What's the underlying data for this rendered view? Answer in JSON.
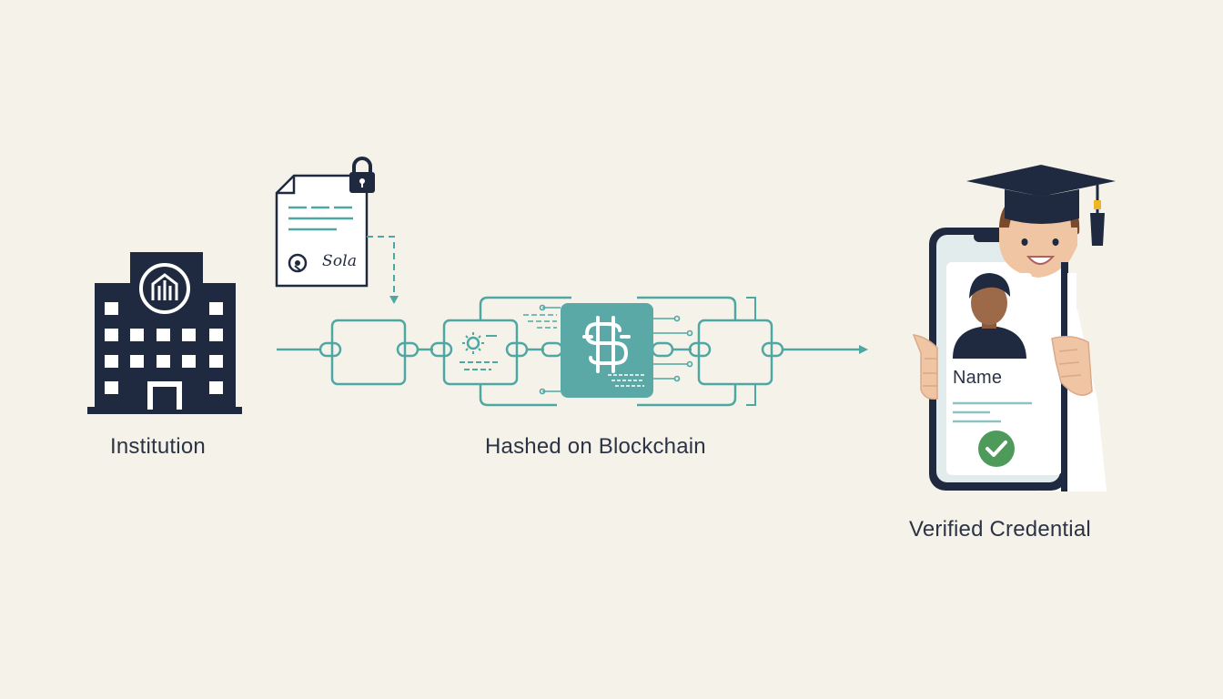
{
  "labels": {
    "institution": "Institution",
    "blockchain": "Hashed on Blockchain",
    "verified": "Verified Credential",
    "card_name": "Name",
    "signature": "Sola"
  },
  "icons": [
    "institution-building-icon",
    "signed-document-icon",
    "padlock-icon",
    "blockchain-block-icon",
    "hash-symbol-icon",
    "smartphone-icon",
    "graduate-avatar-icon",
    "profile-photo-icon",
    "checkmark-icon"
  ],
  "colors": {
    "background": "#f5f2ea",
    "navy": "#1f2a40",
    "teal": "#4fa7a3",
    "teal_fill": "#5ba9a6",
    "verified_green": "#4e9a5a"
  }
}
